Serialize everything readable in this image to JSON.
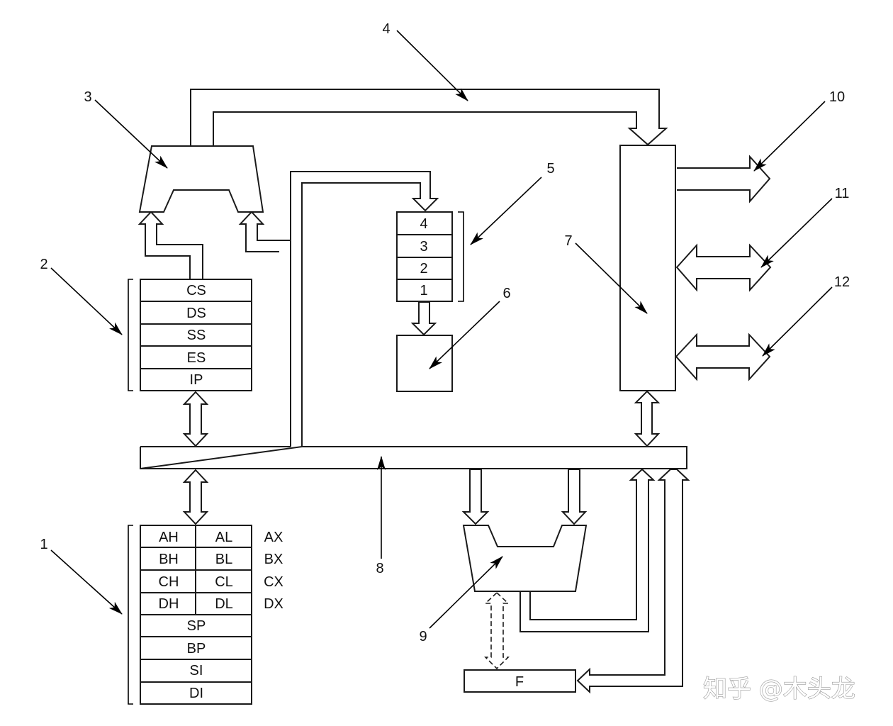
{
  "diagram": {
    "title": "8086 CPU internal structure (numbered callouts)",
    "segment_registers": [
      "CS",
      "DS",
      "SS",
      "ES",
      "IP"
    ],
    "instruction_queue": [
      "4",
      "3",
      "2",
      "1"
    ],
    "general_registers": {
      "split": [
        {
          "high": "AH",
          "low": "AL",
          "pair": "AX"
        },
        {
          "high": "BH",
          "low": "BL",
          "pair": "BX"
        },
        {
          "high": "CH",
          "low": "CL",
          "pair": "CX"
        },
        {
          "high": "DH",
          "low": "DL",
          "pair": "DX"
        }
      ],
      "full": [
        "SP",
        "BP",
        "SI",
        "DI"
      ]
    },
    "flag_register": "F",
    "callouts": {
      "c1": "1",
      "c2": "2",
      "c3": "3",
      "c4": "4",
      "c5": "5",
      "c6": "6",
      "c7": "7",
      "c8": "8",
      "c9": "9",
      "c10": "10",
      "c11": "11",
      "c12": "12"
    }
  },
  "watermark": "知乎 @木头龙"
}
